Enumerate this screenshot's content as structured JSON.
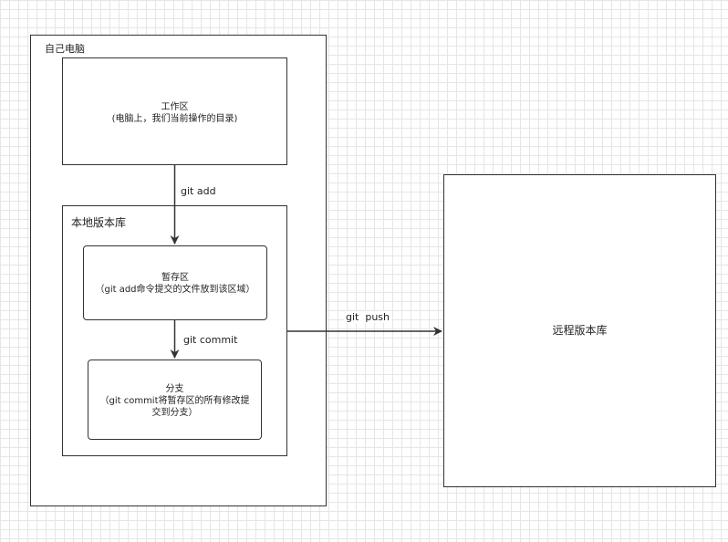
{
  "containers": {
    "local_pc": {
      "label": "自己电脑"
    },
    "local_repo": {
      "label": "本地版本库"
    }
  },
  "nodes": {
    "workspace": {
      "title": "工作区",
      "subtitle": "(电脑上，我们当前操作的目录)"
    },
    "staging": {
      "title": "暂存区",
      "subtitle": "（git add命令提交的文件放到该区域）"
    },
    "branch": {
      "title": "分支",
      "line1": "（git commit将暂存区的所有修改提",
      "line2": "交到分支）"
    },
    "remote": {
      "title": "远程版本库"
    }
  },
  "edges": {
    "git_add": "git add",
    "git_commit": "git commit",
    "git_push": "git  push"
  }
}
